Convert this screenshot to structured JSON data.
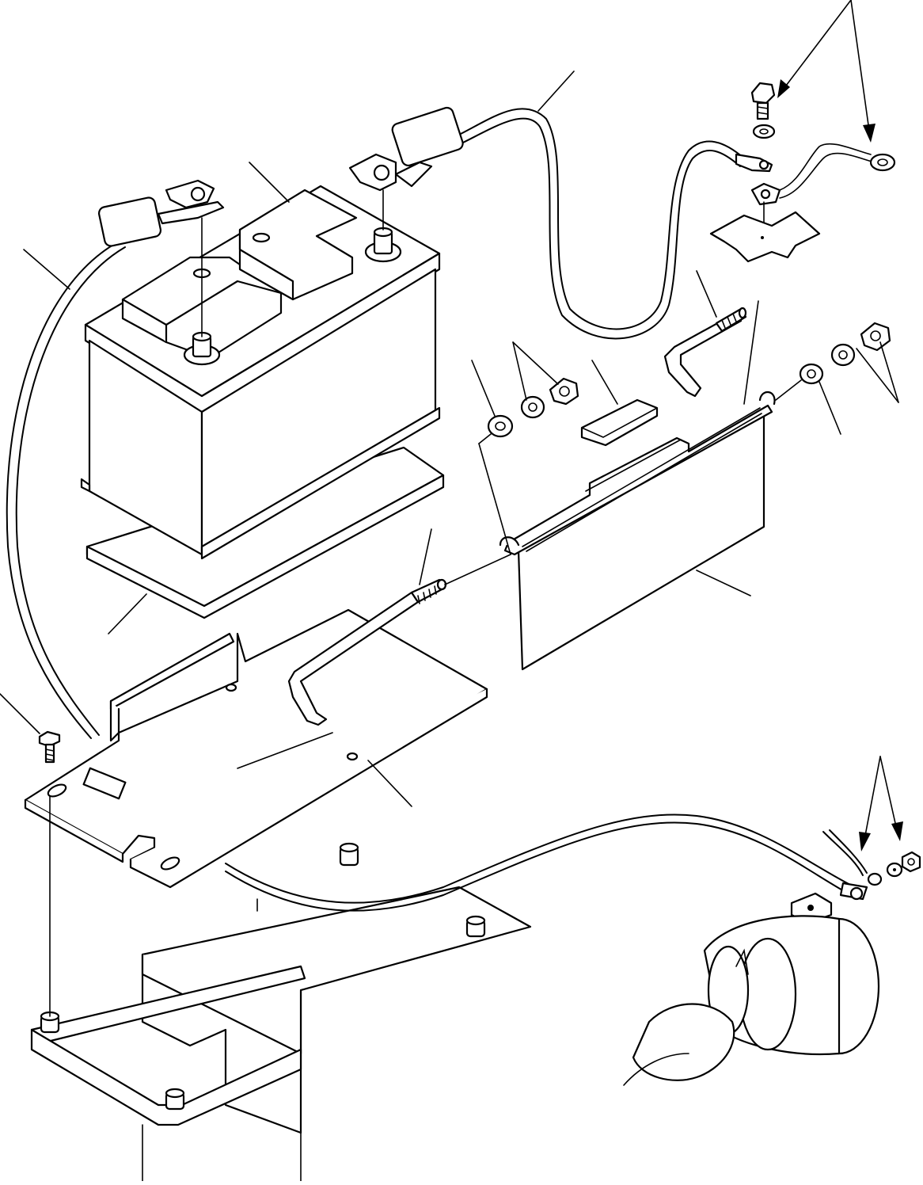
{
  "figure": {
    "description_text": "",
    "parts": [
      {
        "name": "battery"
      },
      {
        "name": "battery-cable-negative"
      },
      {
        "name": "battery-cable-positive"
      },
      {
        "name": "battery-pad"
      },
      {
        "name": "battery-tray"
      },
      {
        "name": "hold-down-bracket"
      },
      {
        "name": "j-bolt-left"
      },
      {
        "name": "j-bolt-right"
      },
      {
        "name": "spacer-pad"
      },
      {
        "name": "starter-motor"
      },
      {
        "name": "ground-cable"
      },
      {
        "name": "mounting-frame"
      }
    ],
    "colors": {
      "line": "#000000",
      "background": "#ffffff"
    }
  }
}
